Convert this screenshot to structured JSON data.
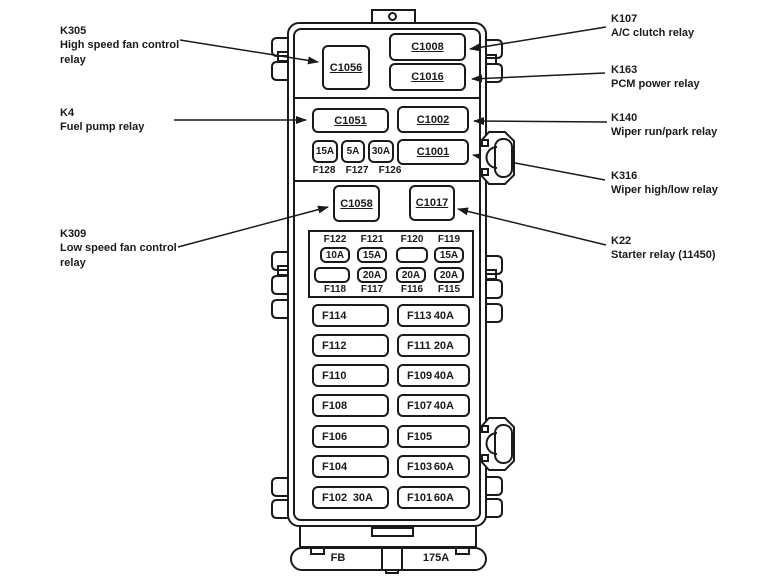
{
  "colors": {
    "line": "#1a1a1a",
    "background": "#ffffff"
  },
  "left_callouts": [
    {
      "id": "K305",
      "name": "High speed fan control relay"
    },
    {
      "id": "K4",
      "name": "Fuel pump relay"
    },
    {
      "id": "K309",
      "name": "Low speed fan control relay"
    }
  ],
  "right_callouts": [
    {
      "id": "K107",
      "name": "A/C clutch relay"
    },
    {
      "id": "K163",
      "name": "PCM power relay"
    },
    {
      "id": "K140",
      "name": "Wiper run/park relay"
    },
    {
      "id": "K316",
      "name": "Wiper high/low relay"
    },
    {
      "id": "K22",
      "name": "Starter relay (11450)"
    }
  ],
  "fusebox": {
    "connectors": {
      "c1056": "C1056",
      "c1008": "C1008",
      "c1016": "C1016",
      "c1051": "C1051",
      "c1002": "C1002",
      "c1001": "C1001",
      "c1058": "C1058",
      "c1017": "C1017"
    },
    "small_fuses": [
      {
        "amp": "15A",
        "id": "F128"
      },
      {
        "amp": "5A",
        "id": "F127"
      },
      {
        "amp": "30A",
        "id": "F126"
      }
    ],
    "mini_grid": {
      "top_labels": [
        "F122",
        "F121",
        "F120",
        "F119"
      ],
      "row1": [
        "10A",
        "15A",
        "",
        "15A"
      ],
      "row2": [
        "",
        "20A",
        "20A",
        "20A"
      ],
      "bottom_labels": [
        "F118",
        "F117",
        "F116",
        "F115"
      ]
    },
    "fuse_rows": [
      {
        "left_id": "F114",
        "left_amp": "",
        "right_id": "F113",
        "right_amp": "40A"
      },
      {
        "left_id": "F112",
        "left_amp": "",
        "right_id": "F111",
        "right_amp": "20A"
      },
      {
        "left_id": "F110",
        "left_amp": "",
        "right_id": "F109",
        "right_amp": "40A"
      },
      {
        "left_id": "F108",
        "left_amp": "",
        "right_id": "F107",
        "right_amp": "40A"
      },
      {
        "left_id": "F106",
        "left_amp": "",
        "right_id": "F105",
        "right_amp": ""
      },
      {
        "left_id": "F104",
        "left_amp": "",
        "right_id": "F103",
        "right_amp": "60A"
      },
      {
        "left_id": "F102",
        "left_amp": "30A",
        "right_id": "F101",
        "right_amp": "60A"
      }
    ],
    "bottom_bar": {
      "left": "FB",
      "right": "175A"
    }
  }
}
